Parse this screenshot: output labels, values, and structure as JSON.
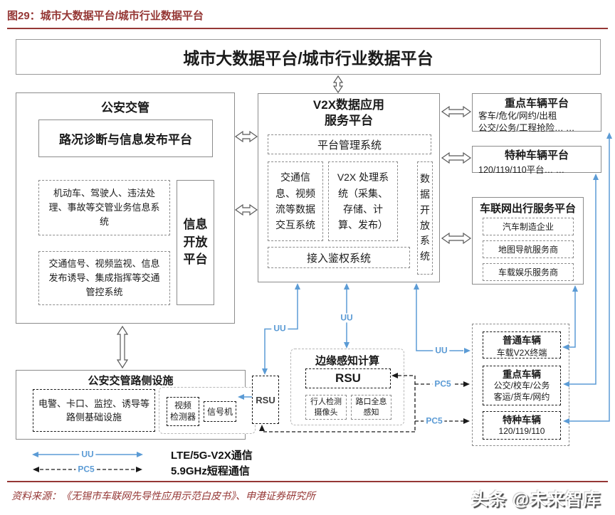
{
  "colors": {
    "accent_red": "#953735",
    "blue": "#5B9BD5",
    "border_gray": "#8c8c8c"
  },
  "figure_title": "图29：城市大数据平台/城市行业数据平台",
  "banner": "城市大数据平台/城市行业数据平台",
  "police": {
    "title": "公安交管",
    "platform": "路况诊断与信息发布平台",
    "systems1": "机动车、驾驶人、违法处理、事故等交管业务信息系统",
    "systems2": "交通信号、视频监视、信息发布诱导、集成指挥等交通管控系统",
    "open_platform": "信息\n开放\n平台"
  },
  "v2x": {
    "title": "V2X数据应用\n服务平台",
    "mgmt": "平台管理系统",
    "exchange": "交通信息、视频流等数据交互系统",
    "process": "V2X 处理系统（采集、存储、计算、发布）",
    "open": "数据开放系统",
    "auth": "接入鉴权系统"
  },
  "platforms": {
    "key": {
      "title": "重点车辆平台",
      "desc": "客车/危化/网约/出租\n公交/公务/工程抢险… …"
    },
    "special": {
      "title": "特种车辆平台",
      "desc": "120/119/110平台… …"
    },
    "travel": {
      "title": "车联网出行服务平台",
      "items": [
        "汽车制造企业",
        "地图导航服务商",
        "车载娱乐服务商"
      ]
    }
  },
  "roadside": {
    "title": "公安交管路侧设施",
    "infra": "电警、卡口、监控、诱导等\n路侧基础设施",
    "video_detector": "视频\n检测器",
    "signal_machine": "信号机"
  },
  "rsu_unit": "RSU",
  "edge": {
    "title": "边缘感知计算",
    "rsu": "RSU",
    "pedestrian": "行人检测\n摄像头",
    "holographic": "路口全息\n感知"
  },
  "vehicles": {
    "normal": {
      "title": "普通车辆",
      "desc": "车载V2X终端"
    },
    "key": {
      "title": "重点车辆",
      "desc": "公交/校车/公务\n客运/货车/网约"
    },
    "special": {
      "title": "特种车辆",
      "desc": "120/119/110"
    }
  },
  "link_labels": {
    "uu": "UU",
    "pc5": "PC5"
  },
  "legend": {
    "uu": "UU",
    "pc5": "PC5",
    "uu_desc": "LTE/5G-V2X通信",
    "pc5_desc": "5.9GHz短程通信"
  },
  "source": "资料来源：《无锡市车联网先导性应用示范白皮书》、申港证券研究所",
  "watermark": "头条 @未来智库"
}
